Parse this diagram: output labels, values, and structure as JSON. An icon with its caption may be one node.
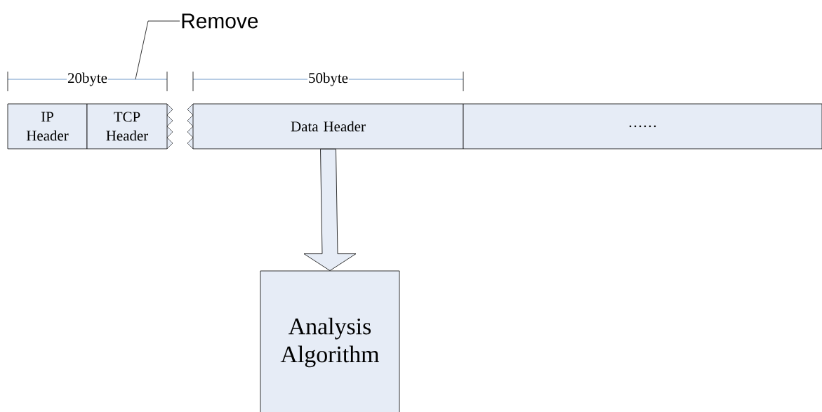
{
  "diagram": {
    "nodes": [
      {
        "text": [
          "IP Header"
        ]
      },
      {
        "text": [
          "TCP Header"
        ]
      },
      {
        "text": [
          "Data Header"
        ]
      },
      {
        "text": [
          "……"
        ]
      },
      {
        "text": [
          "Analysis Algorithm"
        ]
      },
      {
        "text": [
          "Remove"
        ]
      }
    ],
    "edges": [
      {
        "from": 2,
        "to": 4,
        "arrow": "to"
      },
      {
        "from": 5,
        "to": null,
        "arrow": "none"
      }
    ],
    "labels": [
      "20byte",
      "50byte"
    ]
  }
}
